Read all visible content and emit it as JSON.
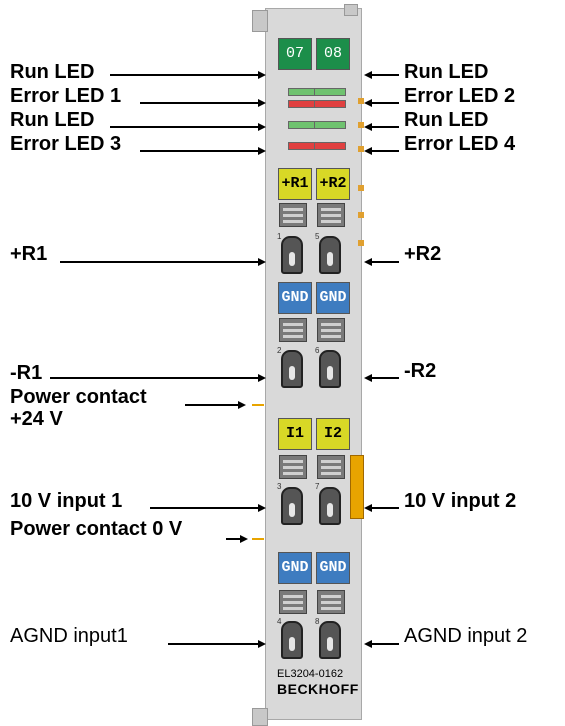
{
  "terminal": {
    "tabs_top": [
      "07",
      "08"
    ],
    "tabs_r": [
      "+R1",
      "+R2"
    ],
    "tabs_gnd1": [
      "GND",
      "GND"
    ],
    "tabs_i": [
      "I1",
      "I2"
    ],
    "tabs_gnd2": [
      "GND",
      "GND"
    ],
    "model": "EL3204-0162",
    "brand": "BECKHOFF",
    "colors": {
      "green": "#1c8e4a",
      "yellow": "#d8d826",
      "blue": "#3e7cc0",
      "led_green": "#6fc26f",
      "led_red": "#e04040",
      "orange": "#e8a400"
    }
  },
  "left_labels": {
    "run_led_1": "Run LED",
    "error_led_1": "Error LED 1",
    "run_led_3": "Run LED",
    "error_led_3": "Error LED 3",
    "plus_r1": "+R1",
    "minus_r1": "-R1",
    "power_contact_24v_line1": "Power contact",
    "power_contact_24v_line2": "+24 V",
    "input_10v_1": "10 V input 1",
    "power_contact_0v": "Power contact 0 V",
    "agnd_input1": "AGND input1"
  },
  "right_labels": {
    "run_led_2": "Run LED",
    "error_led_2": "Error LED 2",
    "run_led_4": "Run LED",
    "error_led_4": "Error LED 4",
    "plus_r2": "+R2",
    "minus_r2": "-R2",
    "input_10v_2": "10 V input 2",
    "agnd_input2": "AGND input 2"
  }
}
